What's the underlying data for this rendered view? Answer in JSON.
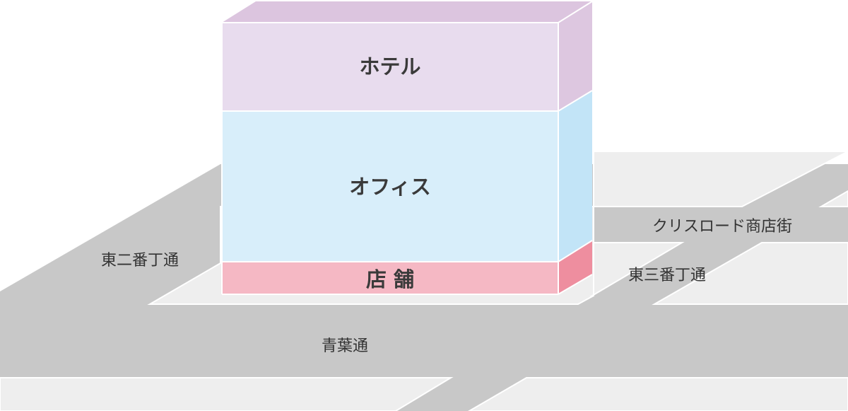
{
  "building": {
    "floors": [
      {
        "id": "hotel",
        "label": "ホテル",
        "front_color": "#e8dcee",
        "side_color": "#ddc7e0",
        "top_color": "#dcc5df"
      },
      {
        "id": "office",
        "label": "オフィス",
        "front_color": "#d8eefa",
        "side_color": "#c2e4f7"
      },
      {
        "id": "shop",
        "label": "店 舗",
        "front_color": "#f5b8c4",
        "side_color": "#ee8e9f"
      }
    ]
  },
  "streets": {
    "higashi_nibancho": "東二番丁通",
    "higashi_sanbancho": "東三番丁通",
    "cris_road": "クリスロード商店街",
    "aoba_dori": "青葉通"
  },
  "colors": {
    "road": "#c8c8c8",
    "block": "#eeeeee",
    "block_edge": "#ffffff"
  }
}
